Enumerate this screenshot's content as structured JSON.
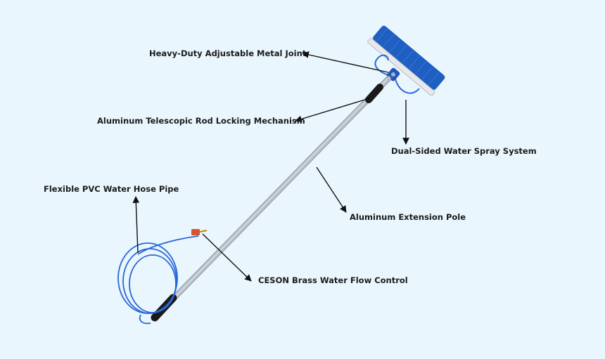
{
  "labels": {
    "joint": "Heavy-Duty Adjustable Metal Joint",
    "lock": "Aluminum Telescopic Rod Locking Mechanism",
    "spray": "Dual-Sided Water Spray System",
    "hose": "Flexible PVC Water Hose Pipe",
    "pole": "Aluminum Extension Pole",
    "flow": "CESON Brass Water Flow Control"
  },
  "colors": {
    "background": "#eaf6fd",
    "bristles": "#1f5fc2",
    "hose": "#2a67d8",
    "pole": "#c9cfd6",
    "grip": "#1a1a1a",
    "valve": "#d9532c",
    "arrow": "#111111"
  }
}
